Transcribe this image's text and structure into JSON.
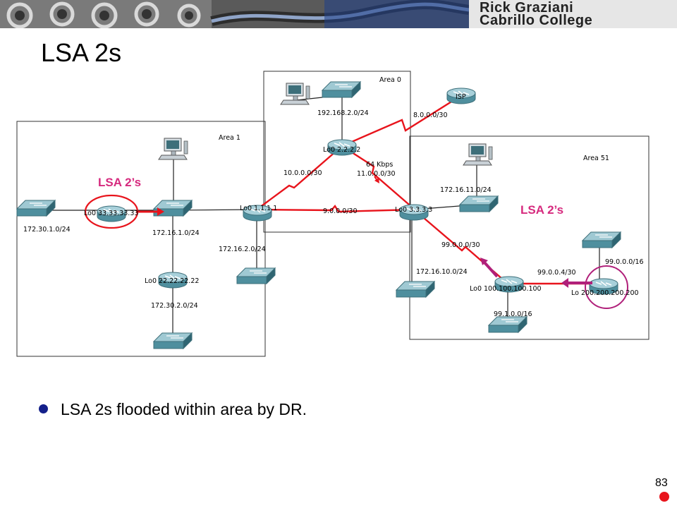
{
  "header": {
    "brand_line1": "Rick Graziani",
    "brand_line2": "Cabrillo College"
  },
  "slide": {
    "title": "LSA 2s",
    "bullet": "LSA 2s flooded within area by DR.",
    "page_number": "83"
  },
  "diagram": {
    "areas": {
      "area0": "Area 0",
      "area1": "Area 1",
      "area51": "Area 51"
    },
    "labels": {
      "lsa_left": "LSA 2’s",
      "lsa_right": "LSA 2’s",
      "isp": "ISP",
      "net_192": "192.168.2.0/24",
      "net_8": "8.0.0.0/30",
      "lo_r2": "Lo0 2.2.2.2",
      "net_10": "10.0.0.0/30",
      "speed": "64 Kbps",
      "net_11": "11.0.0.0/30",
      "lo_r1": "Lo0 1.1.1.1",
      "net_9": "9.0.0.0/30",
      "lo_r3": "Lo0 3.3.3.3",
      "net_172_16_11": "172.16.11.0/24",
      "lo_33": "Lo0 33.33.33.33",
      "net_172_30_1": "172.30.1.0/24",
      "net_172_16_1": "172.16.1.0/24",
      "net_172_16_2": "172.16.2.0/24",
      "lo_22": "Lo0 22.22.22.22",
      "net_172_30_2": "172.30.2.0/24",
      "net_99_0_0_0_30": "99.0.0.0/30",
      "net_172_16_10": "172.16.10.0/24",
      "net_99_0_0_4": "99.0.0.4/30",
      "net_99_0_0_0_16": "99.0.0.0/16",
      "lo_100": "Lo0 100.100.100.100",
      "lo_200": "Lo 200.200.200.200",
      "net_99_1": "99.1.0.0/16"
    }
  },
  "colors": {
    "link_red": "#e8141c",
    "lsa_magenta": "#d62a7e",
    "arrow_purple": "#b0207a",
    "bullet_blue": "#14208a",
    "device_teal": "#4f8f9e"
  }
}
